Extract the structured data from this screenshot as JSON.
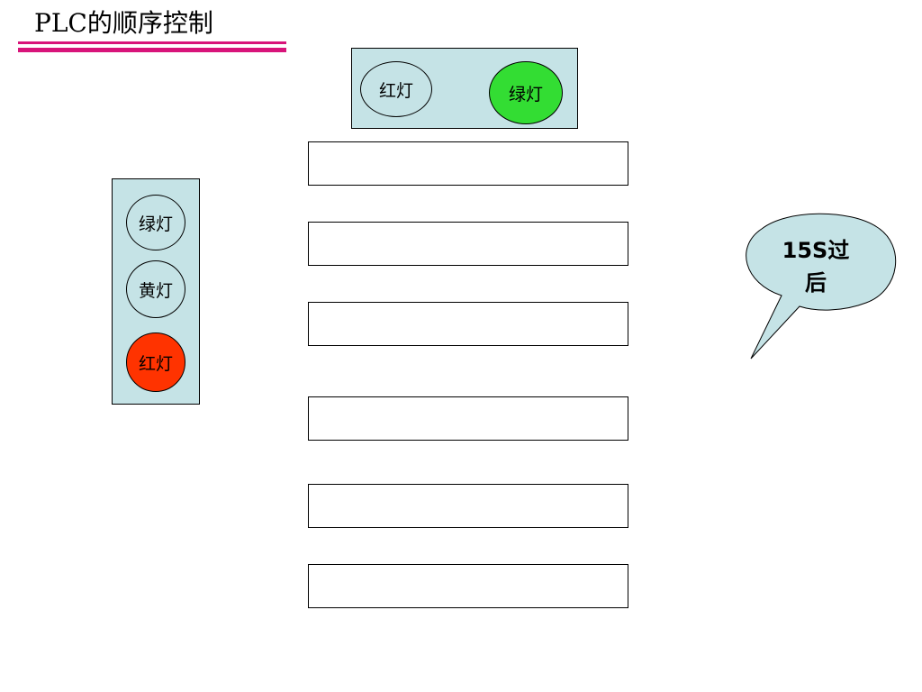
{
  "title": "PLC的顺序控制",
  "colors": {
    "title_bar": "#d8147a",
    "panel_bg": "#c5e3e6",
    "lamp_off": "#c5e3e6",
    "green_on": "#33dd33",
    "red_on": "#ff3300",
    "callout_bg": "#c5e3e6"
  },
  "top_signal": {
    "lamps": [
      {
        "label": "红灯",
        "state": "off"
      },
      {
        "label": "绿灯",
        "state": "on",
        "color": "green"
      }
    ]
  },
  "side_signal": {
    "lamps": [
      {
        "label": "绿灯",
        "state": "off"
      },
      {
        "label": "黄灯",
        "state": "off"
      },
      {
        "label": "红灯",
        "state": "on",
        "color": "red"
      }
    ]
  },
  "step_boxes": [
    "",
    "",
    "",
    "",
    "",
    ""
  ],
  "callout": {
    "line1": "15S过",
    "line2": "后"
  }
}
